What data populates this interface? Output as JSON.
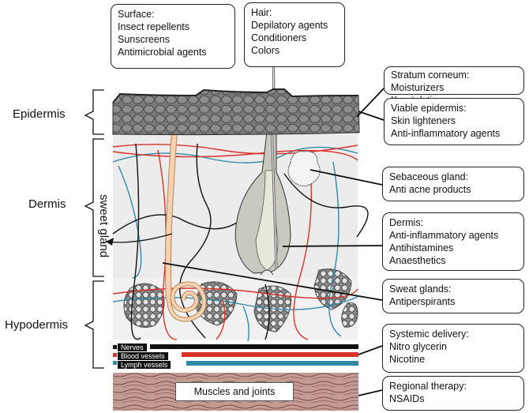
{
  "layers": {
    "epidermis": "Epidermis",
    "dermis": "Dermis",
    "hypodermis": "Hypodermis",
    "sweat_gland": "sweet gland",
    "muscles": "Muscles and joints"
  },
  "legend": {
    "nerves": "Nerves",
    "blood_vessels": "Blood vessels",
    "lymph_vessels": "Lymph vessels"
  },
  "callouts": {
    "surface": {
      "title": "Surface:",
      "items": [
        "Insect repellents",
        "Sunscreens",
        "Antimicrobial agents"
      ]
    },
    "hair": {
      "title": "Hair:",
      "items": [
        "Depilatory agents",
        "Conditioners",
        "Colors"
      ]
    },
    "stratum_corneum": {
      "title": "Stratum corneum:",
      "items": [
        "Moisturizers",
        "Keratolytics"
      ]
    },
    "viable_epidermis": {
      "title": "Viable epidermis:",
      "items": [
        "Skin lighteners",
        "Anti-inflammatory agents"
      ]
    },
    "sebaceous_gland": {
      "title": "Sebaceous gland:",
      "items": [
        "Anti acne products"
      ]
    },
    "dermis": {
      "title": "Dermis:",
      "items": [
        "Anti-inflammatory agents",
        "Antihistamines",
        "Anaesthetics"
      ]
    },
    "sweat_glands": {
      "title": "Sweat glands:",
      "items": [
        "Antiperspirants"
      ]
    },
    "systemic_delivery": {
      "title": "Systemic delivery:",
      "items": [
        "Nitro glycerin",
        "Nicotine"
      ]
    },
    "regional_therapy": {
      "title": "Regional therapy:",
      "items": [
        "NSAIDs"
      ]
    }
  },
  "colors": {
    "nerve": "#111111",
    "blood": "#d8322a",
    "lymph": "#2f8aa6",
    "sweat_duct": "#f3c9a2",
    "dermis_bg": "#ededed",
    "epidermis": "#6f6f6f",
    "muscle": "#b98a86"
  }
}
